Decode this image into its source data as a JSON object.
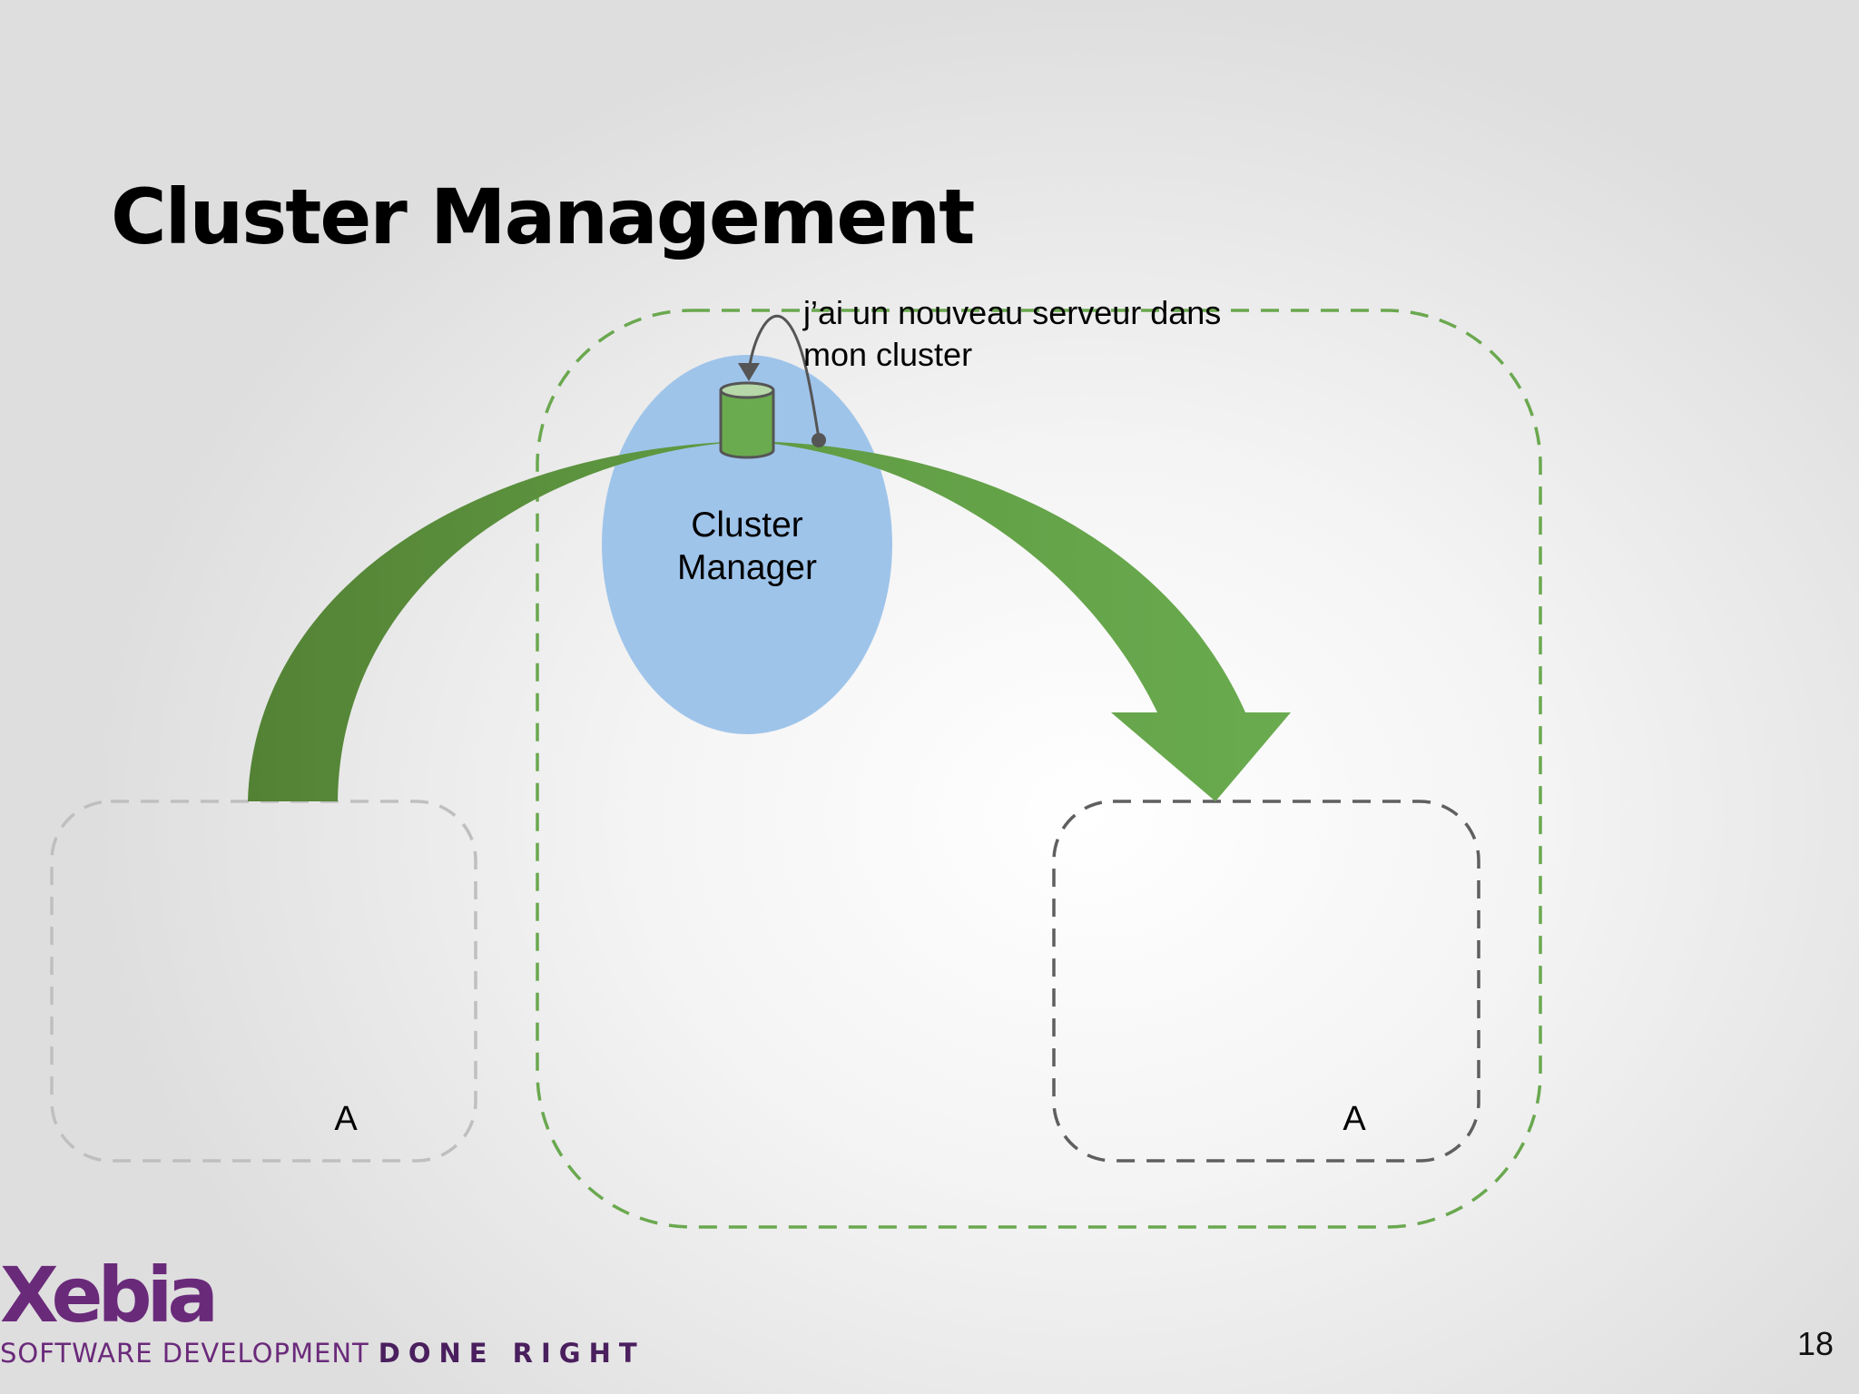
{
  "slide": {
    "title": "Cluster Management",
    "page_number": "18"
  },
  "diagram": {
    "annotation_line1": "j’ai un nouveau serveur dans",
    "annotation_line2": "mon cluster",
    "manager_label_line1": "Cluster",
    "manager_label_line2": "Manager",
    "source_node_label": "A",
    "target_node_label": "A"
  },
  "colors": {
    "cluster_border": "#6aa84f",
    "arrow_dark": "#548235",
    "arrow_light": "#6aab4f",
    "manager_fill": "#9fc4ea",
    "source_node_border": "#bfbfbf",
    "target_node_border": "#5f5f5f",
    "brand": "#6a2a7a"
  },
  "branding": {
    "logo_text": "Xebia",
    "tagline_light": "SOFTWARE DEVELOPMENT",
    "tagline_bold": "DONE RIGHT"
  }
}
